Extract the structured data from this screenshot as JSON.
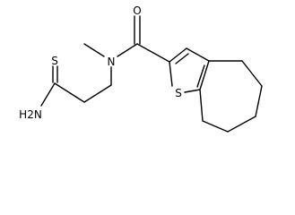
{
  "molecule": {
    "atoms": {
      "S_thioamide": "S",
      "NH2": "H2N",
      "O": "O",
      "N": "N",
      "S_thiophene": "S"
    }
  }
}
